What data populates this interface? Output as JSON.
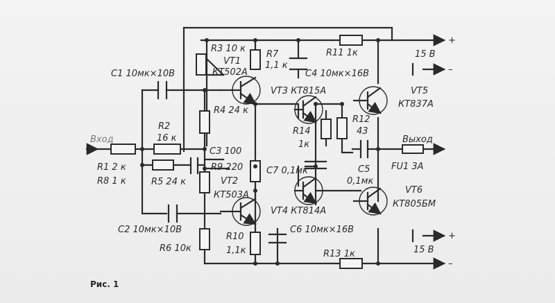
{
  "labels": {
    "r3": "R3  10 к",
    "vt1_name": "VT1",
    "vt1_type": "КТ502А",
    "r7": "R7",
    "r7_val": "1,1 к",
    "r11": "R11  1к",
    "c4": "C4  10мк×16В",
    "plus_top": "+",
    "v_top": "15 В",
    "minus_top": "–",
    "c1": "C1  10мк×10В",
    "vt3": "VT3  КТ815А",
    "vt5_name": "VT5",
    "vt5_type": "КТ837А",
    "r4": "R4  24 к",
    "r2_name": "R2",
    "r2_val": "16 к",
    "r14_name": "R14",
    "r14_val": "1к",
    "r12_name": "R12",
    "r12_val": "43",
    "input": "Вход",
    "output": "Выход",
    "c3": "C3  100",
    "r1": "R1  2 к",
    "r9": "R9  220",
    "c7": "C7  0,1мк",
    "c5_name": "C5",
    "c5_val": "0,1мк",
    "fu1": "FU1  3А",
    "r8": "R8  1 к",
    "r5": "R5  24 к",
    "vt2_name": "VT2",
    "vt2_type": "КТ503А",
    "vt6_name": "VT6",
    "vt6_type": "КТ805БМ",
    "vt4": "VT4  КТ814А",
    "c2": "C2  10мк×10В",
    "r10": "R10",
    "r10_val": "1,1к",
    "c6": "C6  10мк×16В",
    "plus_bottom": "+",
    "v_bottom": "15 В",
    "minus_bottom": "–",
    "r6": "R6  10к",
    "r13": "R13  1к",
    "fig": "Рис. 1"
  }
}
